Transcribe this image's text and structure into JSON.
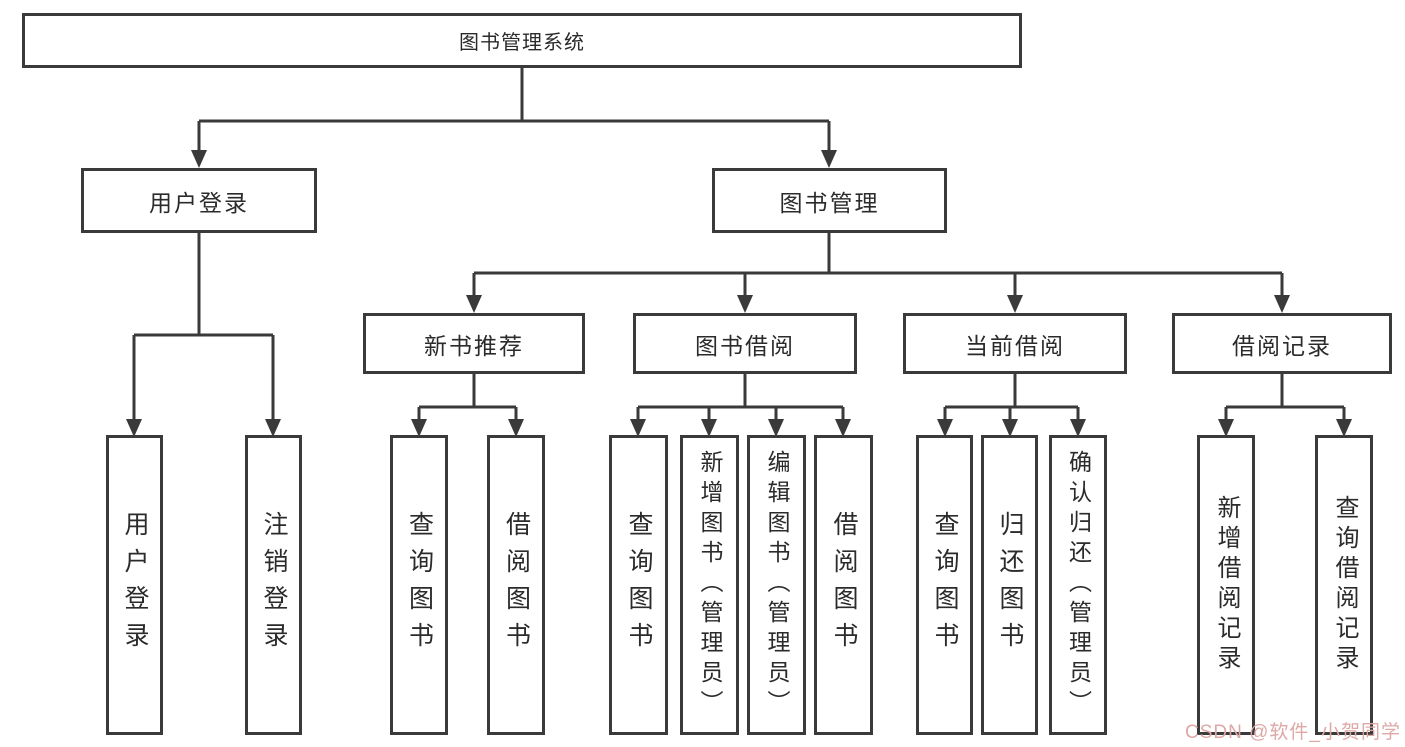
{
  "diagram": {
    "root": {
      "label": "图书管理系统"
    },
    "level2": {
      "user_login": {
        "label": "用户登录"
      },
      "book_mgmt": {
        "label": "图书管理"
      }
    },
    "level3": {
      "new_book_rec": {
        "label": "新书推荐"
      },
      "book_borrow": {
        "label": "图书借阅"
      },
      "current_borrow": {
        "label": "当前借阅"
      },
      "borrow_records": {
        "label": "借阅记录"
      }
    },
    "leaves": {
      "user_login_leaf": {
        "label": "用户登录"
      },
      "logout_leaf": {
        "label": "注销登录"
      },
      "query_books_rec": {
        "label": "查询图书"
      },
      "borrow_books_rec": {
        "label": "借阅图书"
      },
      "query_books_borrow": {
        "label": "查询图书"
      },
      "add_books_admin": {
        "label": "新增图书（管理员）"
      },
      "edit_books_admin": {
        "label": "编辑图书（管理员）"
      },
      "borrow_books_borrow": {
        "label": "借阅图书"
      },
      "query_books_current": {
        "label": "查询图书"
      },
      "return_books": {
        "label": "归还图书"
      },
      "confirm_return_admin": {
        "label": "确认归还（管理员）"
      },
      "add_borrow_record": {
        "label": "新增借阅记录"
      },
      "query_borrow_record": {
        "label": "查询借阅记录"
      }
    },
    "watermark": "CSDN @软件_小贺同学",
    "colors": {
      "line": "#3a3a3a",
      "text": "#2b2b2b",
      "watermark": "#dda8a6",
      "background": "#ffffff"
    }
  }
}
